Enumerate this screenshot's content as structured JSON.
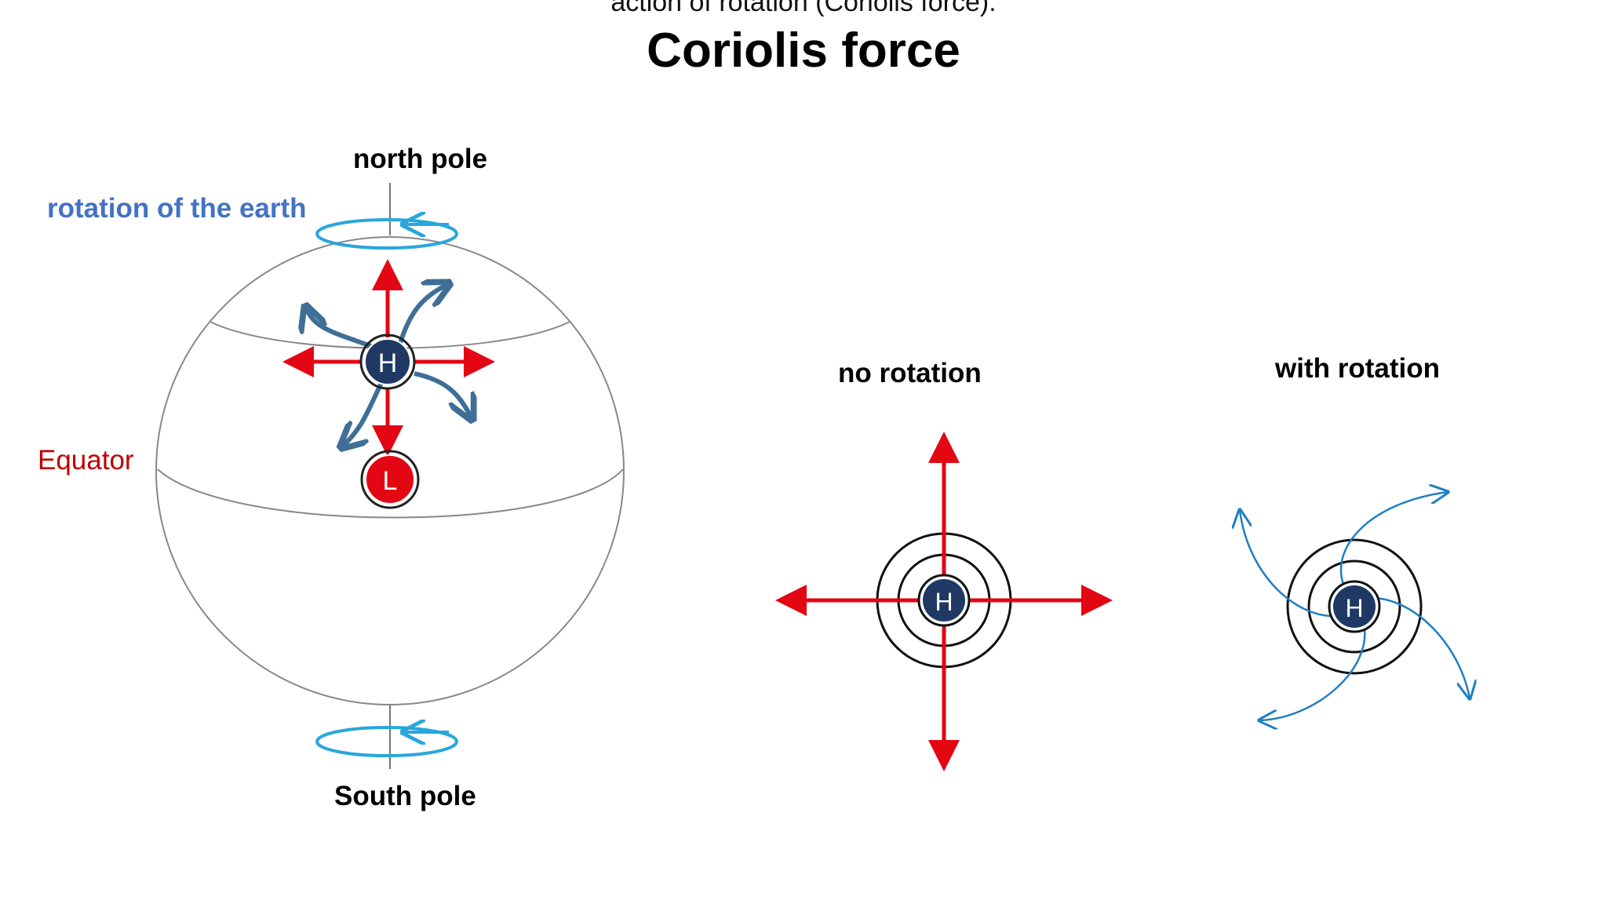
{
  "header": {
    "subtitle": "action of rotation (Coriolis force).",
    "title": "Coriolis force"
  },
  "globe": {
    "north_pole_label": "north pole",
    "south_pole_label": "South pole",
    "rotation_label": "rotation of the earth",
    "equator_label": "Equator",
    "high_marker": "H",
    "low_marker": "L"
  },
  "panels": {
    "no_rotation_label": "no rotation",
    "with_rotation_label": "with rotation",
    "high_marker": "H"
  },
  "colors": {
    "rotation_text": "#4472c4",
    "equator_text": "#c00000",
    "red_arrow": "#e30613",
    "steel_arrow": "#3f6f97",
    "blue_arrow": "#1f7fc0",
    "cyan_ring": "#29a6dc",
    "high_fill": "#1f3864",
    "low_fill": "#e30613"
  }
}
